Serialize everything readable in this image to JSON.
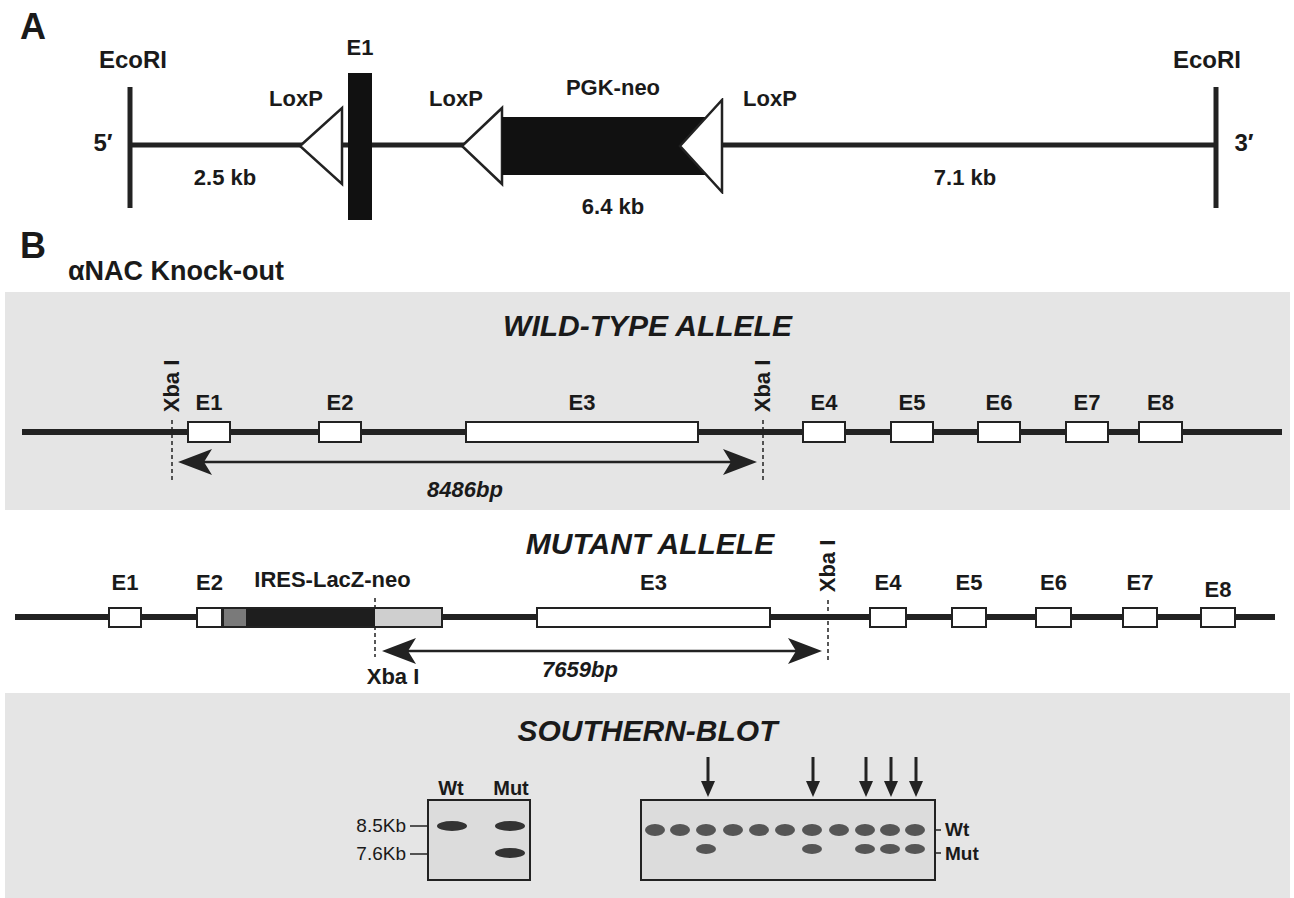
{
  "diagram": {
    "nodes": [
      {
        "text": [
          "E1"
        ]
      },
      {
        "text": [
          "PGK-neo",
          "6.4 kb"
        ]
      },
      {
        "text": [
          "WILD-TYPE ALLELE"
        ]
      },
      {
        "text": [
          "E1"
        ],
        "in": 2
      },
      {
        "text": [
          "E2"
        ],
        "in": 2
      },
      {
        "text": [
          "E3"
        ],
        "in": 2
      },
      {
        "text": [
          "E4"
        ],
        "in": 2
      },
      {
        "text": [
          "E5"
        ],
        "in": 2
      },
      {
        "text": [
          "E6"
        ],
        "in": 2
      },
      {
        "text": [
          "E7"
        ],
        "in": 2
      },
      {
        "text": [
          "E8"
        ],
        "in": 2
      },
      {
        "text": [
          "E1"
        ]
      },
      {
        "text": [
          "E2"
        ]
      },
      {
        "text": [
          "IRES-LacZ-neo"
        ]
      },
      {
        "text": [
          "E3"
        ]
      },
      {
        "text": [
          "E4"
        ]
      },
      {
        "text": [
          "E5"
        ]
      },
      {
        "text": [
          "E6"
        ]
      },
      {
        "text": [
          "E7"
        ]
      },
      {
        "text": [
          "E8"
        ]
      },
      {
        "text": [
          "SOUTHERN-BLOT"
        ]
      }
    ],
    "labels": [
      "A",
      "EcoRI",
      "LoxP",
      "LoxP",
      "LoxP",
      "EcoRI",
      "5′",
      "2.5 kb",
      "7.1 kb",
      "3′",
      "B",
      "αNAC Knock-out",
      "Xba I",
      "Xba I",
      "8486bp",
      "MUTANT ALLELE",
      "Xba I",
      "Xba I",
      "7659bp",
      "Wt",
      "Mut",
      "8.5Kb",
      "7.6Kb",
      "Wt",
      "Mut"
    ]
  }
}
